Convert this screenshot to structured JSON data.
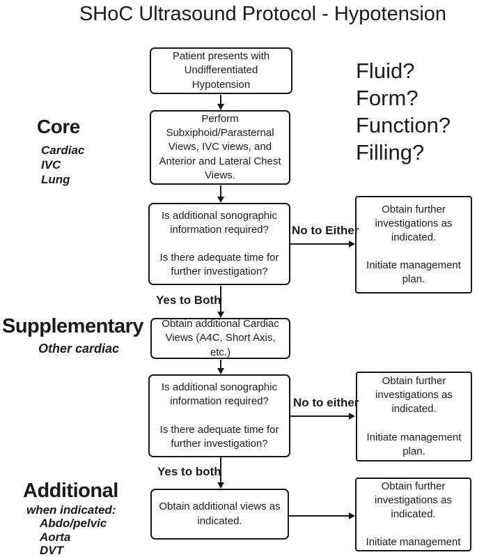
{
  "title": "SHoC Ultrasound Protocol - Hypotension",
  "questions": {
    "lines": [
      "Fluid?",
      "Form?",
      "Function?",
      "Filling?"
    ]
  },
  "sections": {
    "core": {
      "label": "Core",
      "items": [
        "Cardiac",
        "IVC",
        "Lung"
      ]
    },
    "supplementary": {
      "label": "Supplementary",
      "sub": "Other cardiac"
    },
    "additional": {
      "label": "Additional",
      "sub": "when indicated:",
      "items": [
        "Abdo/pelvic",
        "Aorta",
        "DVT"
      ]
    }
  },
  "flow": {
    "patient_box": "Patient presents with\nUndifferentiated Hypotension",
    "perform_box": "Perform\nSubxiphoid/Parasternal\nViews, IVC views, and\nAnterior and Lateral Chest\nViews.",
    "decision1_box": "Is additional sonographic\ninformation required?\n\nIs there adequate time for\nfurther investigation?",
    "cardiac_views_box": "Obtain additional Cardiac\nViews (A4C, Short Axis, etc.)",
    "decision2_box": "Is additional sonographic\ninformation required?\n\nIs there adequate time for\nfurther investigation?",
    "additional_views_box": "Obtain additional views as\nindicated.",
    "outcome1_box": "Obtain further\ninvestigations as\nindicated.\n\nInitiate management\nplan.",
    "outcome2_box": "Obtain further\ninvestigations as\nindicated.\n\nInitiate management\nplan.",
    "outcome3_box": "Obtain further\ninvestigations as\nindicated.\n\nInitiate management",
    "labels": {
      "yes1": "Yes to Both",
      "no1": "No to Either",
      "yes2": "Yes to both",
      "no2": "No to either"
    }
  },
  "colors": {
    "ink": "#161616",
    "background": "#ffffff"
  }
}
